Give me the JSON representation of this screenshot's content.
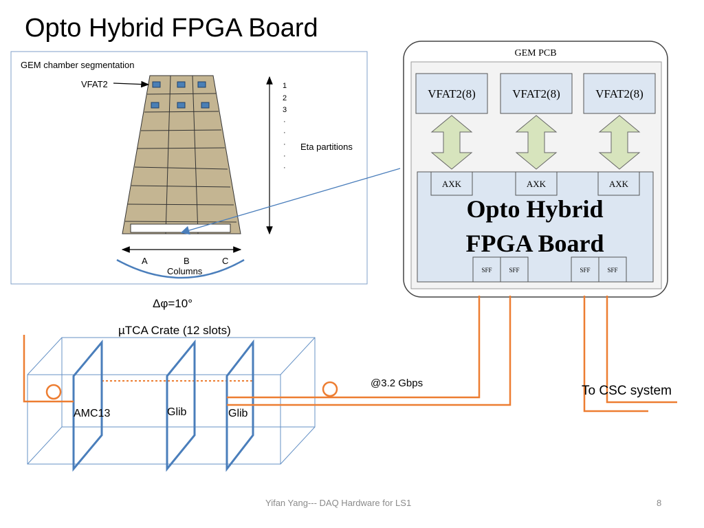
{
  "slide": {
    "title": "Opto Hybrid FPGA Board",
    "footer": "Yifan Yang--- DAQ Hardware for LS1",
    "page_number": "8"
  },
  "chamber": {
    "heading": "GEM chamber segmentation",
    "vfat_label": "VFAT2",
    "eta_numbers": [
      "1",
      "2",
      "3",
      "·",
      "·",
      "·",
      "·",
      "·"
    ],
    "eta_label": "Eta partitions",
    "columns": [
      "A",
      "B",
      "C"
    ],
    "columns_label": "Columns",
    "delta_phi": "Δφ=10°"
  },
  "gem_pcb": {
    "title": "GEM PCB",
    "vfats": [
      "VFAT2(8)",
      "VFAT2(8)",
      "VFAT2(8)"
    ],
    "axk": [
      "AXK",
      "AXK",
      "AXK"
    ],
    "board_line1": "Opto Hybrid",
    "board_line2": "FPGA Board",
    "sff": [
      "SFF",
      "SFF",
      "SFF",
      "SFF"
    ]
  },
  "crate": {
    "title": "µTCA Crate (12 slots)",
    "amc13": "AMC13",
    "glib1": "Glib",
    "glib2": "Glib",
    "speed": "@3.2 Gbps",
    "csc": "To CSC system"
  },
  "colors": {
    "orange": "#ED7D31",
    "blue": "#4A7EBB",
    "pcb_bg": "#DCE6F2",
    "arrow_fill": "#D7E4BD",
    "chamber_fill": "#C4B592"
  }
}
